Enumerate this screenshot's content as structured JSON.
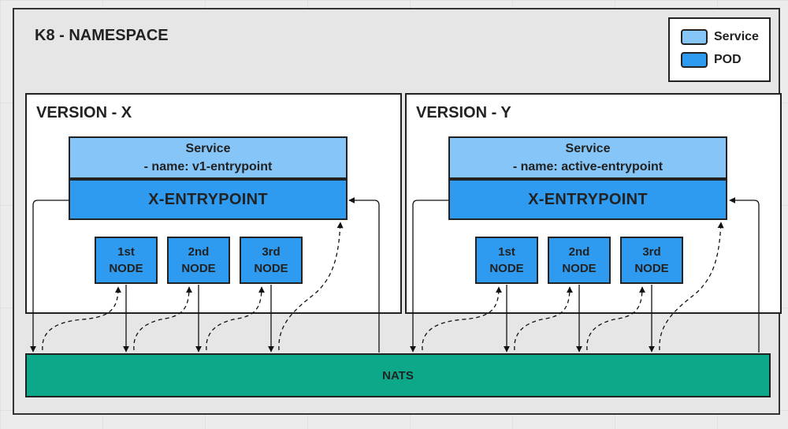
{
  "namespace": {
    "title": "K8 - NAMESPACE"
  },
  "legend": {
    "items": [
      {
        "label": "Service",
        "color": "#86c5f7"
      },
      {
        "label": "POD",
        "color": "#2e9af0"
      }
    ]
  },
  "versions": [
    {
      "title": "VERSION - X",
      "service": {
        "title": "Service",
        "detail": "- name: v1-entrypoint"
      },
      "pod": "X-ENTRYPOINT",
      "nodes": [
        {
          "line1": "1st",
          "line2": "NODE"
        },
        {
          "line1": "2nd",
          "line2": "NODE"
        },
        {
          "line1": "3rd",
          "line2": "NODE"
        }
      ]
    },
    {
      "title": "VERSION - Y",
      "service": {
        "title": "Service",
        "detail": "- name: active-entrypoint"
      },
      "pod": "X-ENTRYPOINT",
      "nodes": [
        {
          "line1": "1st",
          "line2": "NODE"
        },
        {
          "line1": "2nd",
          "line2": "NODE"
        },
        {
          "line1": "3rd",
          "line2": "NODE"
        }
      ]
    }
  ],
  "nats": {
    "label": "NATS",
    "color": "#0da88a"
  }
}
